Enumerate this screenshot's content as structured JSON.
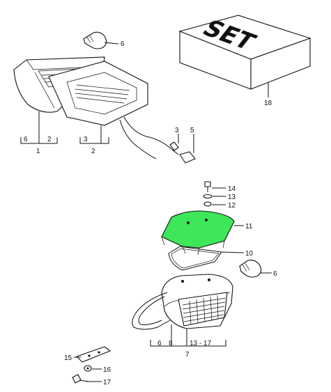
{
  "diagram": {
    "set_box_text": "SET",
    "highlight_color": "#3ee65a",
    "callouts": {
      "c6_top": "6",
      "c18": "18",
      "c3_top": "3",
      "c5": "5",
      "grp1_left": "6",
      "grp1_right": "2",
      "grp1_total": "1",
      "grp2_left": "3",
      "grp2_total": "2",
      "c14": "14",
      "c13": "13",
      "c12": "12",
      "c11": "11",
      "c10": "10",
      "c6_mid": "6",
      "grp7_a": "6",
      "grp7_b": "8",
      "grp7_c": "13 - 17",
      "grp7_total": "7",
      "c15": "15",
      "c16": "16",
      "c17": "17"
    }
  }
}
